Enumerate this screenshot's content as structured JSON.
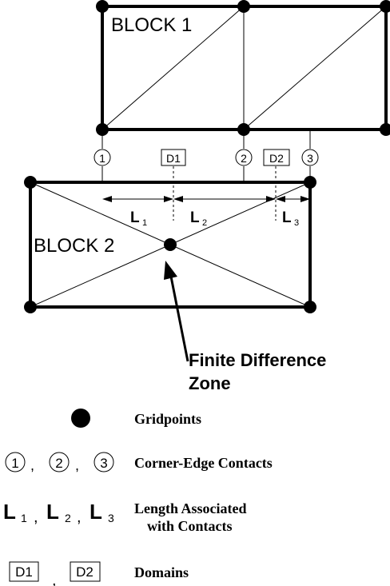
{
  "diagram": {
    "block1_label": "BLOCK 1",
    "block2_label": "BLOCK 2",
    "contacts": [
      "1",
      "2",
      "3"
    ],
    "domains": [
      "D1",
      "D2"
    ],
    "lengths": [
      {
        "symbol": "L",
        "subscript": "1"
      },
      {
        "symbol": "L",
        "subscript": "2"
      },
      {
        "symbol": "L",
        "subscript": "3"
      }
    ],
    "zone_label_line1": "Finite Difference",
    "zone_label_line2": "Zone"
  },
  "legend": {
    "gridpoints": "Gridpoints",
    "contacts": "Corner-Edge Contacts",
    "lengths_line1": "Length Associated",
    "lengths_line2": "with Contacts",
    "domains": "Domains",
    "separator": ","
  }
}
